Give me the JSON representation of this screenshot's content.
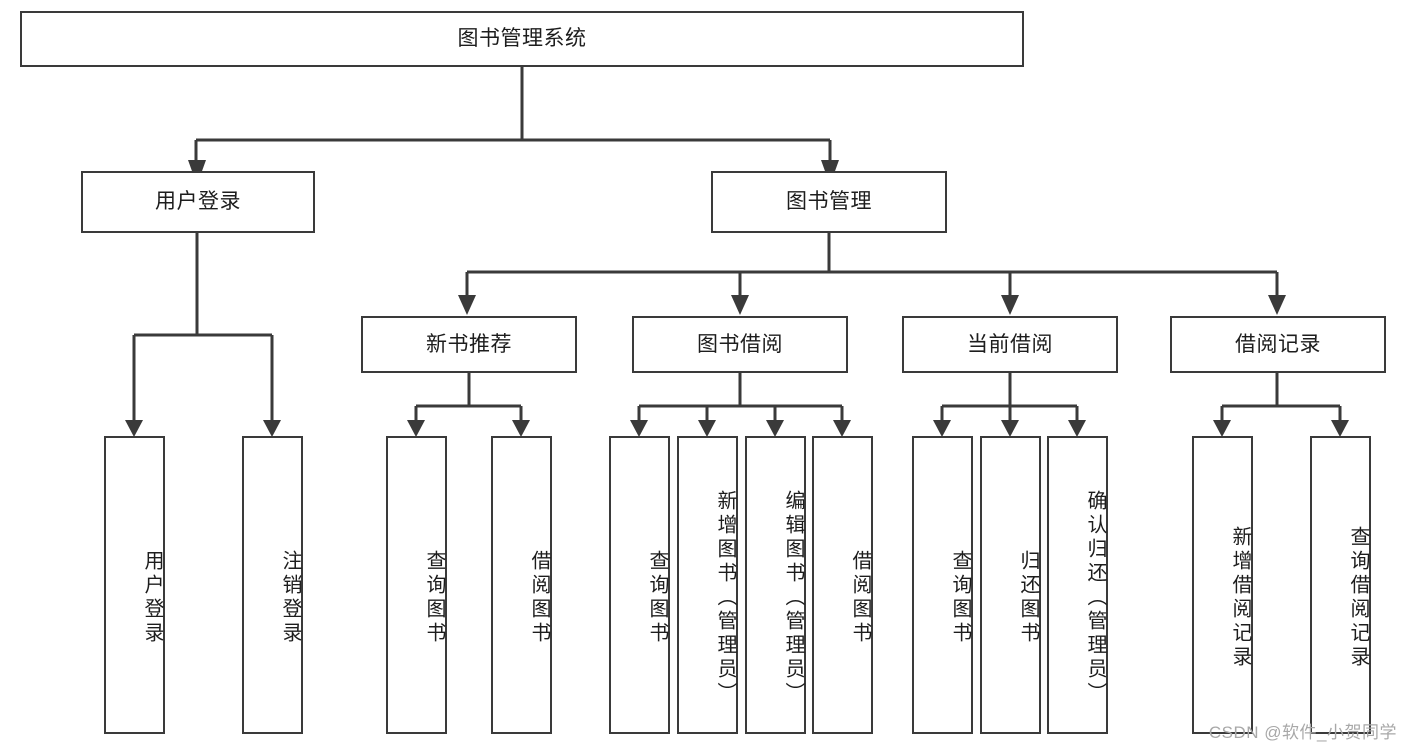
{
  "diagram": {
    "type": "tree-hierarchy-chart",
    "title": "图书管理系统",
    "watermark": "CSDN @软件_小贺同学",
    "line_color": "#3a3a3a",
    "box_fill": "#ffffff",
    "text_color": "#1d1d1d",
    "levels": 3,
    "root": {
      "label": "图书管理系统"
    },
    "level2": [
      {
        "label": "用户登录"
      },
      {
        "label": "图书管理"
      }
    ],
    "level3": [
      {
        "label": "新书推荐"
      },
      {
        "label": "图书借阅"
      },
      {
        "label": "当前借阅"
      },
      {
        "label": "借阅记录"
      }
    ],
    "leaves": {
      "user_login": [
        {
          "label": "用户登录"
        },
        {
          "label": "注销登录"
        }
      ],
      "new_book_recommend": [
        {
          "label": "查询图书"
        },
        {
          "label": "借阅图书"
        }
      ],
      "book_borrow": [
        {
          "label": "查询图书"
        },
        {
          "label": "新增图书（管理员）"
        },
        {
          "label": "编辑图书（管理员）"
        },
        {
          "label": "借阅图书"
        }
      ],
      "current_borrow": [
        {
          "label": "查询图书"
        },
        {
          "label": "归还图书"
        },
        {
          "label": "确认归还（管理员）"
        }
      ],
      "borrow_record": [
        {
          "label": "新增借阅记录"
        },
        {
          "label": "查询借阅记录"
        }
      ]
    }
  }
}
